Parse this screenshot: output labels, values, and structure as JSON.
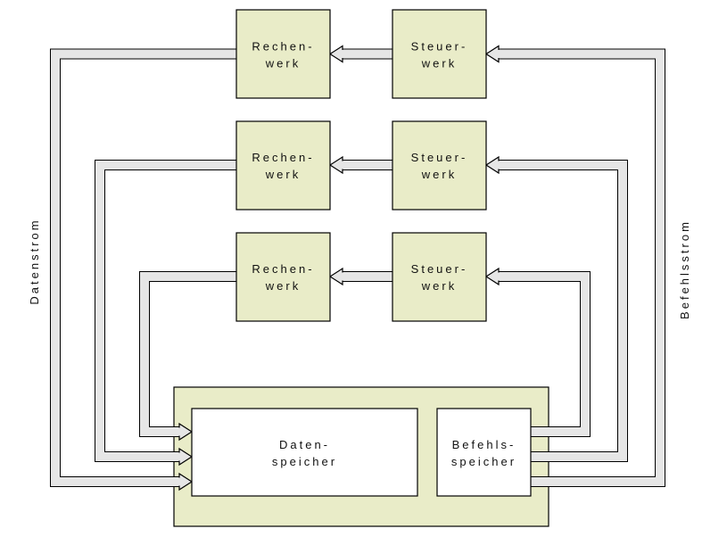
{
  "diagram": {
    "type": "architecture-block-diagram",
    "description": "MIMD multiprocessor structure with three processor pairs, shared data and instruction memory",
    "processing_units": [
      {
        "compute_unit": {
          "line1": "Rechen-",
          "line2": "werk"
        },
        "control_unit": {
          "line1": "Steuer-",
          "line2": "werk"
        }
      },
      {
        "compute_unit": {
          "line1": "Rechen-",
          "line2": "werk"
        },
        "control_unit": {
          "line1": "Steuer-",
          "line2": "werk"
        }
      },
      {
        "compute_unit": {
          "line1": "Rechen-",
          "line2": "werk"
        },
        "control_unit": {
          "line1": "Steuer-",
          "line2": "werk"
        }
      }
    ],
    "memory": {
      "data_store": {
        "line1": "Daten-",
        "line2": "speicher"
      },
      "instruction_store": {
        "line1": "Befehls-",
        "line2": "speicher"
      }
    },
    "stream_labels": {
      "data_stream": "Datenstrom",
      "instruction_stream": "Befehlsstrom"
    },
    "colors": {
      "unit_fill": "#e9ecc8",
      "enclosure_fill": "#e9ecc8",
      "memory_fill": "#ffffff",
      "arrow_fill": "#e6e6e6",
      "outline": "#000000",
      "background": "#ffffff"
    }
  }
}
